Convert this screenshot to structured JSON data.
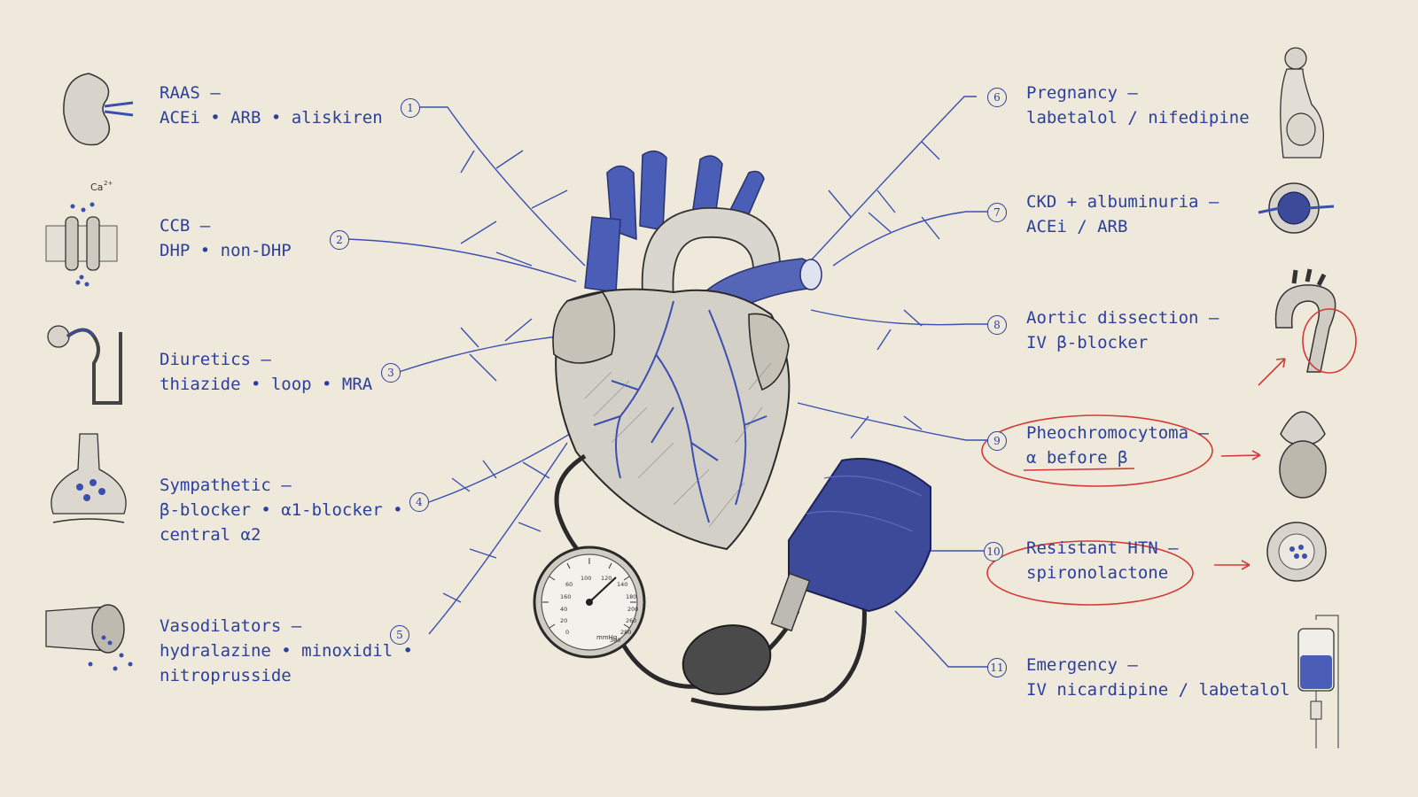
{
  "colors": {
    "background": "#efe9dc",
    "ink_blue": "#2b3f9c",
    "vessel_blue": "#3a4fb0",
    "accent_red": "#d43a35",
    "sketch": "#3a3a3a"
  },
  "icons": {
    "left": [
      "kidney-icon",
      "calcium-channel-icon",
      "nephron-icon",
      "synapse-icon",
      "vessel-dilation-icon"
    ],
    "right": [
      "pregnant-woman-icon",
      "glomerulus-icon",
      "aortic-arch-icon",
      "adrenal-gland-icon",
      "artery-cross-section-icon",
      "iv-drip-icon"
    ]
  },
  "ca_label": "Ca",
  "ca_charge": "2+",
  "gauge": {
    "ticks": [
      "60",
      "100",
      "120",
      "140",
      "160",
      "180",
      "200",
      "40",
      "20",
      "0",
      "260",
      "280",
      "300"
    ],
    "unit": "mmHg"
  },
  "left_items": [
    {
      "number": "1",
      "line1": "RAAS –",
      "line2": "ACEi • ARB • aliskiren",
      "line3": ""
    },
    {
      "number": "2",
      "line1": "CCB –",
      "line2": "DHP • non-DHP",
      "line3": ""
    },
    {
      "number": "3",
      "line1": "Diuretics –",
      "line2": "thiazide • loop • MRA",
      "line3": ""
    },
    {
      "number": "4",
      "line1": "Sympathetic –",
      "line2": "β-blocker • α1-blocker •",
      "line3": "central α2"
    },
    {
      "number": "5",
      "line1": "Vasodilators –",
      "line2": "hydralazine • minoxidil •",
      "line3": "nitroprusside"
    }
  ],
  "right_items": [
    {
      "number": "6",
      "line1": "Pregnancy –",
      "line2": "labetalol / nifedipine"
    },
    {
      "number": "7",
      "line1": "CKD + albuminuria –",
      "line2": "ACEi / ARB"
    },
    {
      "number": "8",
      "line1": "Aortic dissection –",
      "line2": "IV β-blocker"
    },
    {
      "number": "9",
      "line1": "Pheochromocytoma –",
      "line2": "α before β"
    },
    {
      "number": "10",
      "line1": "Resistant HTN –",
      "line2": "spironolactone"
    },
    {
      "number": "11",
      "line1": "Emergency –",
      "line2": "IV nicardipine / labetalol"
    }
  ]
}
